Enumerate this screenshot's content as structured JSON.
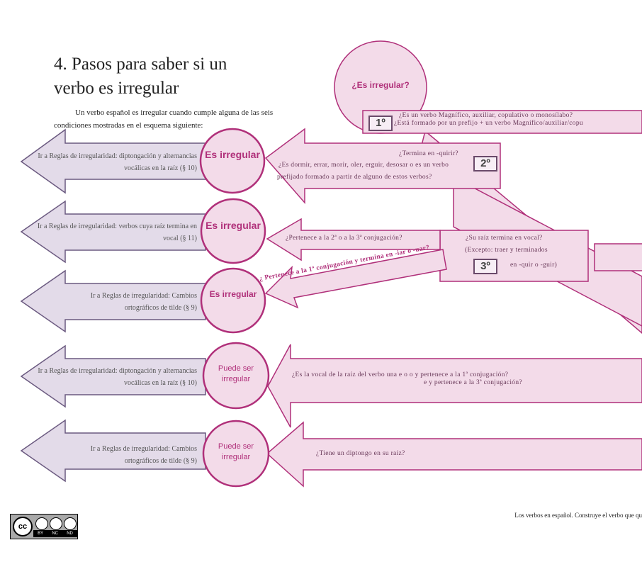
{
  "title": "4. Pasos para saber si un verbo es irregular",
  "intro": "Un verbo español es irregular cuando cumple alguna de las seis condiciones mostradas en el esquema siguiente:",
  "top_circle": "¿Es irregular?",
  "steps": {
    "s1": "1º",
    "s2": "2º",
    "s3": "3º"
  },
  "questions": {
    "q1a": "¿Es un verbo Magnífico, auxiliar, copulativo o monosílabo?",
    "q1b": "¿Está formado por un prefijo + un verbo Magnífico/auxiliar/copu",
    "q2a": "¿Termina en -quirir?",
    "q2b": "¿Es dormir, errar, morir, oler, erguir, desosar o es un verbo",
    "q2c": "prefijado formado a partir de alguno de estos verbos?",
    "q3": "¿Pertenece a la 2ª o a la 3ª conjugación?",
    "q3b1": "¿Su raíz termina en vocal?",
    "q3b2": "(Excepto: traer y terminados",
    "q3b3": "en -quir o -guir)",
    "q4": "¿ Pertenece a la 1ª conjugación y termina en -iar o -uar?",
    "q5a": "¿Es la vocal de la raíz del verbo una e o o y pertenece a la 1ª conjugación?",
    "q5b": "e y pertenece a la 3ª conjugación?",
    "q6": "¿Tiene un diptongo en su raíz?"
  },
  "circles": [
    "Es irregular",
    "Es irregular",
    "Es irregular",
    "Puede ser irregular",
    "Puede ser irregular"
  ],
  "left_arrows": [
    "Ir a Reglas de irregularidad: diptongación y alternancias vocálicas en la raíz (§ 10)",
    "Ir a Reglas de irregularidad: verbos cuya raíz termina en vocal (§ 11)",
    "Ir a Reglas de irregularidad: Cambios ortográficos de tilde (§ 9)",
    "Ir a Reglas de irregularidad: diptongación y alternancias vocálicas en la raíz (§ 10)",
    "Ir a Reglas de irregularidad: Cambios ortográficos de tilde (§ 9)"
  ],
  "license": {
    "cc": "cc",
    "by": "BY",
    "nc": "NC",
    "nd": "ND"
  },
  "footer": "Los verbos en español. Construye el verbo que qu",
  "colors": {
    "pink_fill": "#f3dbe9",
    "pink_stroke": "#b0307a",
    "lav_fill": "#e3dbe9",
    "lav_stroke": "#6b5a80"
  }
}
